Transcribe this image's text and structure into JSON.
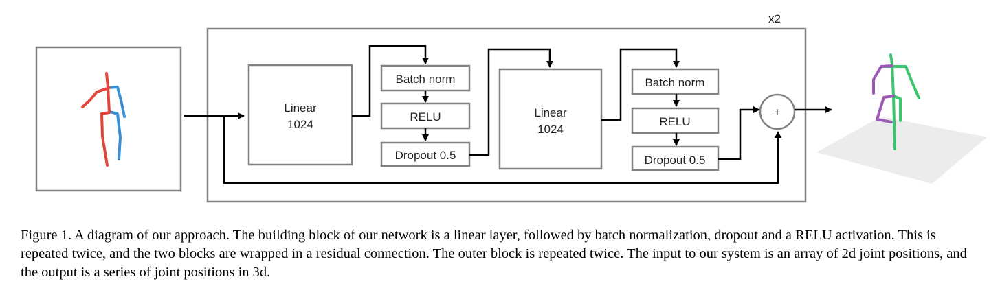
{
  "diagram": {
    "repeat_label": "x2",
    "block1": {
      "linear_label": "Linear",
      "linear_units": "1024",
      "batch_norm": "Batch norm",
      "relu": "RELU",
      "dropout": "Dropout 0.5"
    },
    "block2": {
      "linear_label": "Linear",
      "linear_units": "1024",
      "batch_norm": "Batch norm",
      "relu": "RELU",
      "dropout": "Dropout 0.5"
    },
    "sum_symbol": "+",
    "colors": {
      "box_border": "#808080",
      "arrow": "#000000",
      "skeleton_2d_left": "#e0453a",
      "skeleton_2d_right": "#3a8fd6",
      "skeleton_3d_spine": "#3cc46e",
      "skeleton_3d_limb": "#9b59b6",
      "ground_plane": "#ececec"
    }
  },
  "caption": "Figure 1. A diagram of our approach. The building block of our network is a linear layer, followed by batch normalization, dropout and a RELU activation. This is repeated twice, and the two blocks are wrapped in a residual connection. The outer block is repeated twice. The input to our system is an array of 2d joint positions, and the output is a series of joint positions in 3d."
}
